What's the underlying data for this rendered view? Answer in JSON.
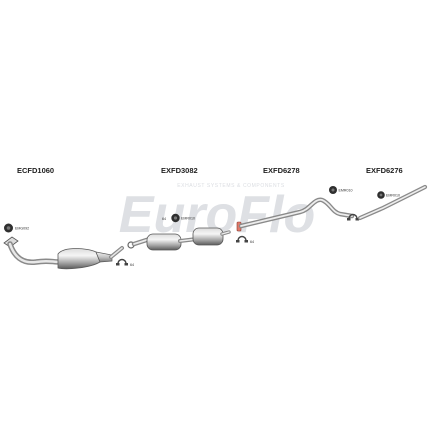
{
  "watermark": {
    "brand": "EuroFlo",
    "tagline": "EXHAUST SYSTEMS & COMPONENTS",
    "color": "#c9cdd4"
  },
  "sections": [
    {
      "code": "ECFD1060"
    },
    {
      "code": "EXFD3082"
    },
    {
      "code": "EXFD6278"
    },
    {
      "code": "EXFD6276"
    }
  ],
  "components": {
    "front_rubber": "EMG092",
    "mid_rubber": "EMR010",
    "rear_rubber_1": "EMR010",
    "rear_rubber_2": "EMR010"
  },
  "clamp_label": "64",
  "colors": {
    "pipe_light": "#e6e6e6",
    "pipe_mid": "#b8b8b8",
    "pipe_dark": "#7a7a7a",
    "rubber": "#333333",
    "flange": "#d96b5b"
  }
}
